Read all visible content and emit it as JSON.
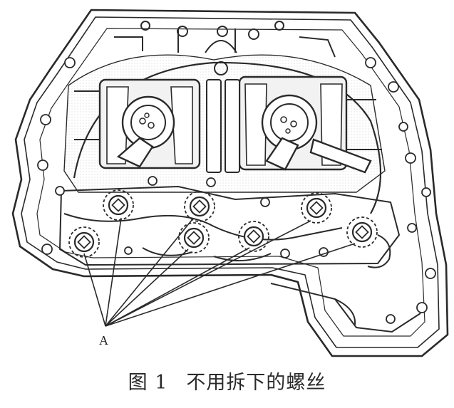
{
  "figure": {
    "callout_label": "A",
    "caption_number": "图 1",
    "caption_text": "不用拆下的螺丝"
  },
  "colors": {
    "line": "#2a2a2a",
    "fill_light": "#f2f2f2",
    "background": "#ffffff"
  },
  "icons": {
    "bolt": "bolt-icon",
    "pump_gear": "pump-gear-icon"
  }
}
